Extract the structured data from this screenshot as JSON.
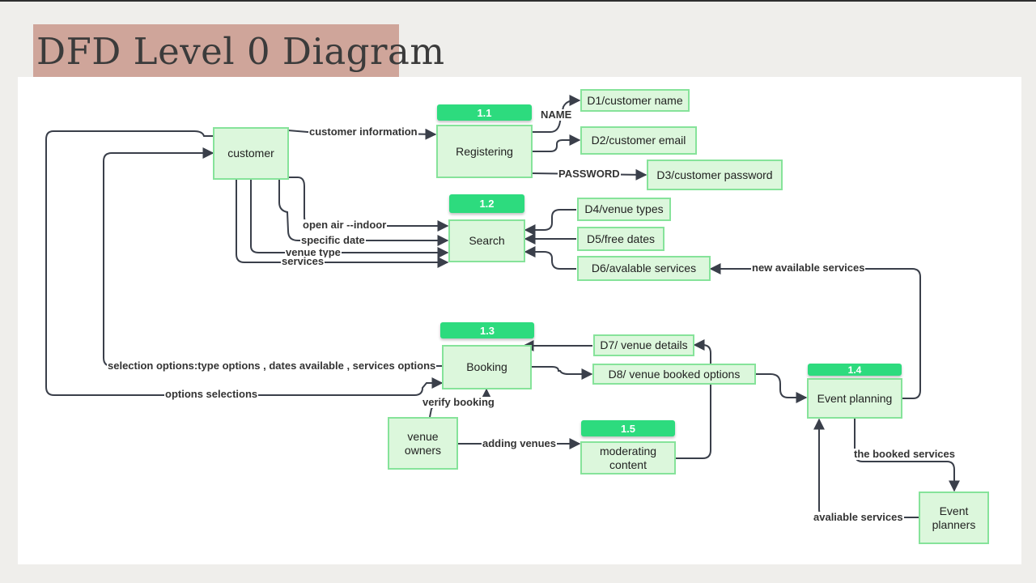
{
  "title": "DFD Level 0 Diagram",
  "colors": {
    "background": "#efeeeb",
    "title_bar": "#cfa59a",
    "box_fill": "#dcf7dc",
    "box_border": "#86e39a",
    "pill_fill": "#2ddb7e",
    "arrow": "#3a3f4a"
  },
  "entities": {
    "customer": "customer",
    "venue_owners": "venue owners",
    "event_planners": "Event planners"
  },
  "processes": {
    "registering": {
      "id": "1.1",
      "name": "Registering"
    },
    "search": {
      "id": "1.2",
      "name": "Search"
    },
    "booking": {
      "id": "1.3",
      "name": "Booking"
    },
    "event_planning": {
      "id": "1.4",
      "name": "Event planning"
    },
    "moderating": {
      "id": "1.5",
      "name": "moderating content"
    }
  },
  "stores": {
    "d1": "D1/customer name",
    "d2": "D2/customer email",
    "d3": "D3/customer password",
    "d4": "D4/venue types",
    "d5": "D5/free dates",
    "d6": "D6/avalable services",
    "d7": "D7/ venue details",
    "d8": "D8/ venue booked options"
  },
  "flows": {
    "customer_information": "customer information",
    "name": "NAME",
    "password": "PASSWORD",
    "open_air": "open air --indoor",
    "specific_date": "specific date",
    "venue_type": "venue type",
    "services": "services",
    "new_available_services": "new available services",
    "selection_options": "selection options:type options , dates available , services options",
    "options_selections": "options selections",
    "verify_booking": "verify booking",
    "adding_venues": "adding venues",
    "booked_services": "the booked services",
    "available_services": "avaliable services"
  }
}
